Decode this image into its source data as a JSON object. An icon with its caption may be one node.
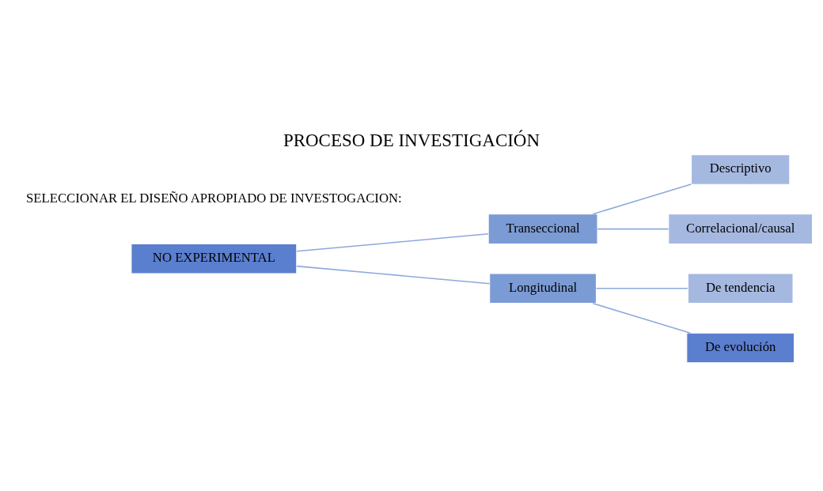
{
  "diagram": {
    "title": "PROCESO DE INVESTIGACIÓN",
    "nodes": [
      {
        "text": [
          "NO EXPERIMENTAL"
        ]
      },
      {
        "text": [
          "Transeccional"
        ]
      },
      {
        "text": [
          "Longitudinal"
        ]
      },
      {
        "text": [
          "Descriptivo"
        ]
      },
      {
        "text": [
          "Correlacional/causal"
        ]
      },
      {
        "text": [
          "De tendencia"
        ]
      },
      {
        "text": [
          "De evolución"
        ]
      }
    ],
    "edges": [
      {
        "from": 0,
        "to": 1,
        "arrow": "none"
      },
      {
        "from": 0,
        "to": 2,
        "arrow": "none"
      },
      {
        "from": 1,
        "to": 3,
        "arrow": "none"
      },
      {
        "from": 1,
        "to": 4,
        "arrow": "none"
      },
      {
        "from": 2,
        "to": 5,
        "arrow": "none"
      },
      {
        "from": 2,
        "to": 6,
        "arrow": "none"
      }
    ],
    "labels": [
      "SELECCIONAR EL DISEÑO APROPIADO DE INVESTOGACION:"
    ]
  }
}
